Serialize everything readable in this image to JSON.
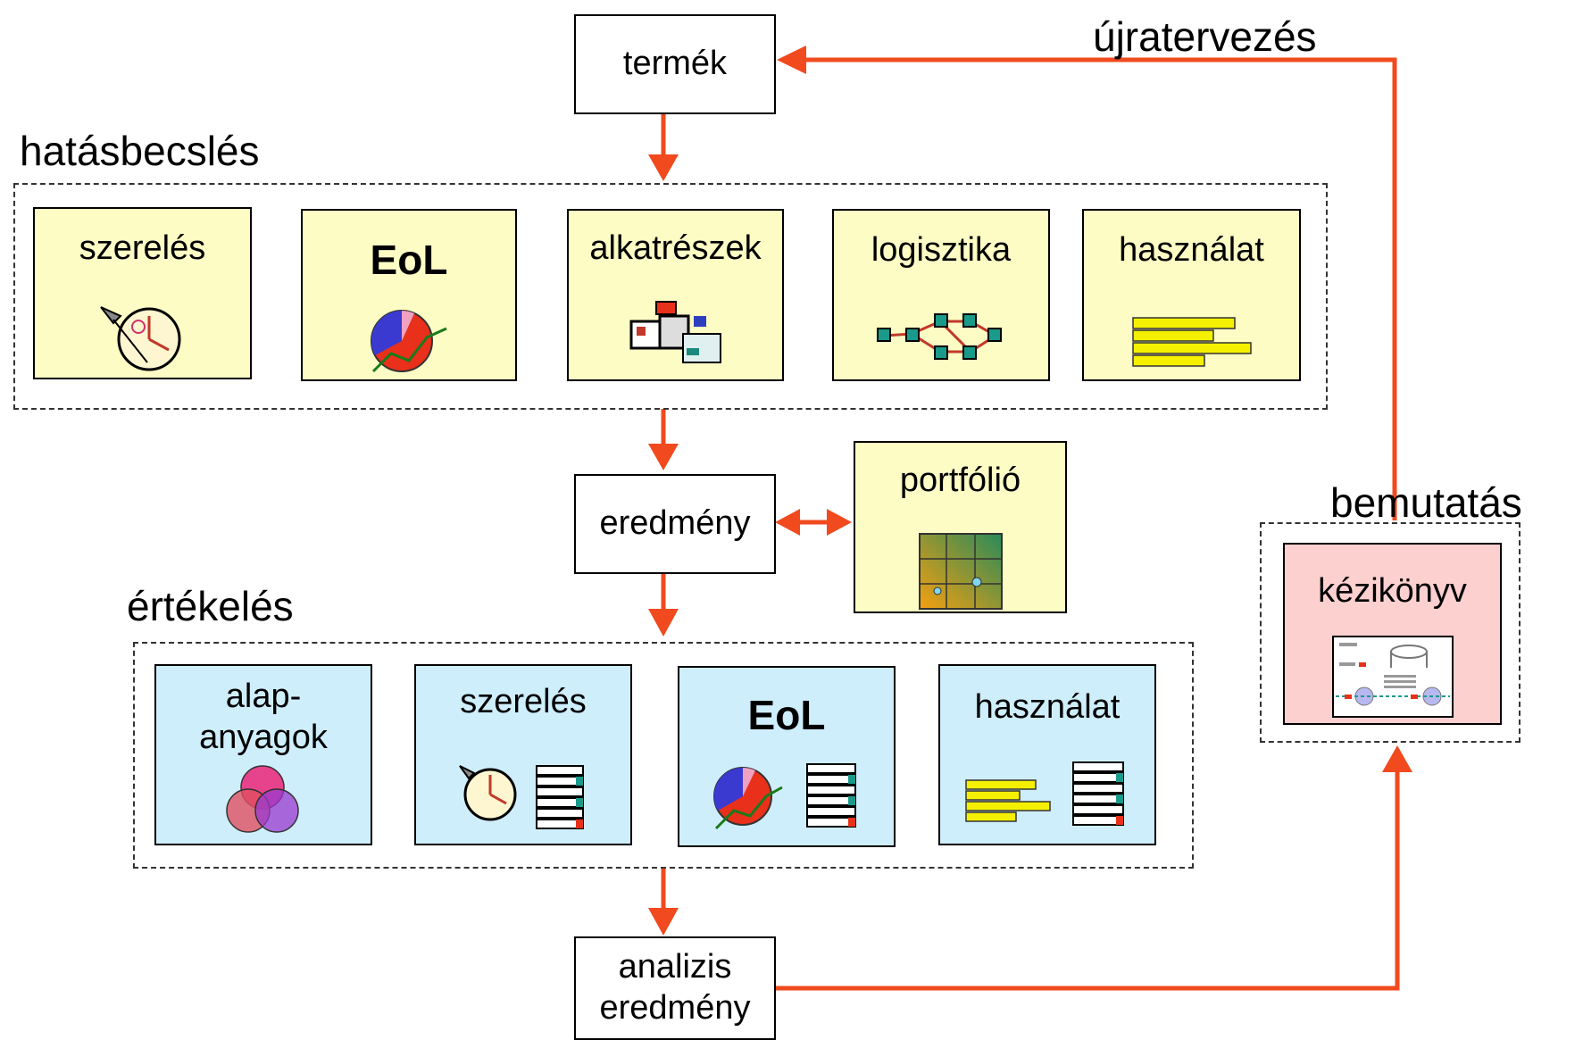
{
  "nodes": {
    "product": "termék",
    "result": "eredmény",
    "analysis_line1": "analizis",
    "analysis_line2": "eredmény"
  },
  "sections": {
    "impact": "hatásbecslés",
    "evaluation": "értékelés",
    "presentation": "bemutatás",
    "redesign": "újratervezés"
  },
  "impact_cards": [
    {
      "label": "szerelés",
      "icon": "clock-icon"
    },
    {
      "label": "EoL",
      "icon": "pie-chart-icon"
    },
    {
      "label": "alkatrészek",
      "icon": "parts-machine-icon"
    },
    {
      "label": "logisztika",
      "icon": "network-icon"
    },
    {
      "label": "használat",
      "icon": "bar-chart-icon"
    }
  ],
  "portfolio": {
    "label": "portfólió",
    "icon": "portfolio-grid-icon"
  },
  "evaluation_cards": [
    {
      "label_line1": "alap-",
      "label_line2": "anyagok",
      "icon": "venn-icon"
    },
    {
      "label": "szerelés",
      "icon": "clock-list-icon"
    },
    {
      "label": "EoL",
      "icon": "pie-list-icon"
    },
    {
      "label": "használat",
      "icon": "bars-list-icon"
    }
  ],
  "manual": {
    "label": "kézikönyv",
    "icon": "document-thumbnail-icon"
  },
  "colors": {
    "arrow": "#f04a1e",
    "yellow_card": "#fcfcc4",
    "blue_card": "#cfeefc",
    "pink_card": "#fdd0d0"
  }
}
